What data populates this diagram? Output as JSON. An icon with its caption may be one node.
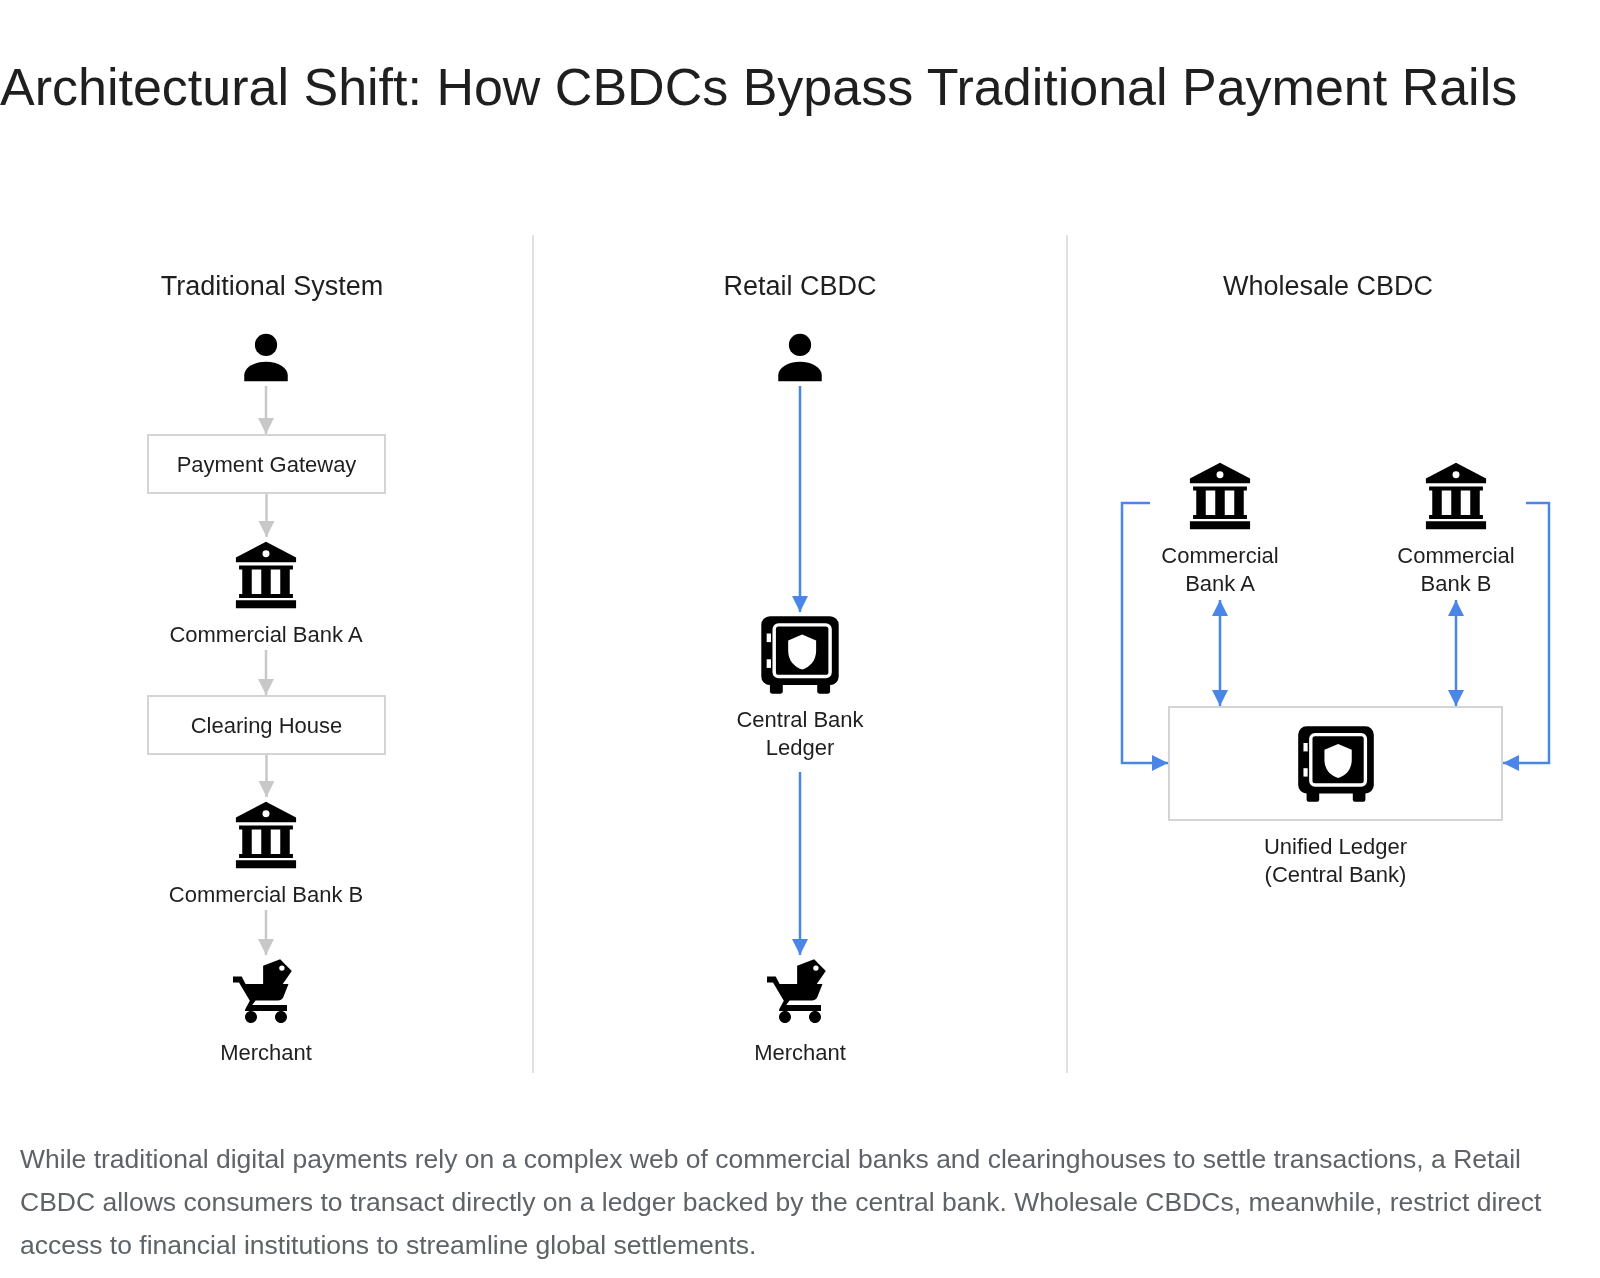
{
  "diagram": {
    "title": "Architectural Shift: How CBDCs Bypass Traditional Payment Rails",
    "caption": "While traditional digital payments rely on a complex web of commercial banks and clearinghouses to settle transactions, a Retail CBDC allows consumers to transact directly on a ledger backed by the central bank. Wholesale CBDCs, meanwhile, restrict direct access to financial institutions to streamline global settlements.",
    "nodes": [
      {
        "text": [],
        "shape": "person"
      },
      {
        "text": [
          "Payment Gateway"
        ]
      },
      {
        "text": [
          "Commercial Bank A"
        ]
      },
      {
        "text": [
          "Clearing House"
        ]
      },
      {
        "text": [
          "Commercial Bank B"
        ]
      },
      {
        "text": [
          "Merchant"
        ]
      },
      {
        "text": [],
        "shape": "person"
      },
      {
        "text": [
          "Central Bank Ledger"
        ]
      },
      {
        "text": [
          "Merchant"
        ]
      },
      {
        "text": [
          "Commercial Bank A"
        ]
      },
      {
        "text": [
          "Commercial Bank B"
        ]
      },
      {
        "text": [
          "Unified Ledger (Central Bank)"
        ]
      }
    ],
    "edges": [
      {
        "from": 0,
        "to": 1,
        "arrow": "to",
        "color": "#c8c8c8"
      },
      {
        "from": 1,
        "to": 2,
        "arrow": "to",
        "color": "#c8c8c8"
      },
      {
        "from": 2,
        "to": 3,
        "arrow": "to",
        "color": "#c8c8c8"
      },
      {
        "from": 3,
        "to": 4,
        "arrow": "to",
        "color": "#c8c8c8"
      },
      {
        "from": 4,
        "to": 5,
        "arrow": "to",
        "color": "#c8c8c8"
      },
      {
        "from": 6,
        "to": 7,
        "arrow": "to"
      },
      {
        "from": 7,
        "to": 8,
        "arrow": "to"
      },
      {
        "from": 9,
        "to": 11,
        "arrow": "both"
      },
      {
        "from": 10,
        "to": 11,
        "arrow": "both"
      },
      {
        "from": 9,
        "to": 11,
        "arrow": "to"
      },
      {
        "from": 10,
        "to": 11,
        "arrow": "to"
      }
    ],
    "labels": [
      "Traditional System",
      "Retail CBDC",
      "Wholesale CBDC"
    ]
  }
}
